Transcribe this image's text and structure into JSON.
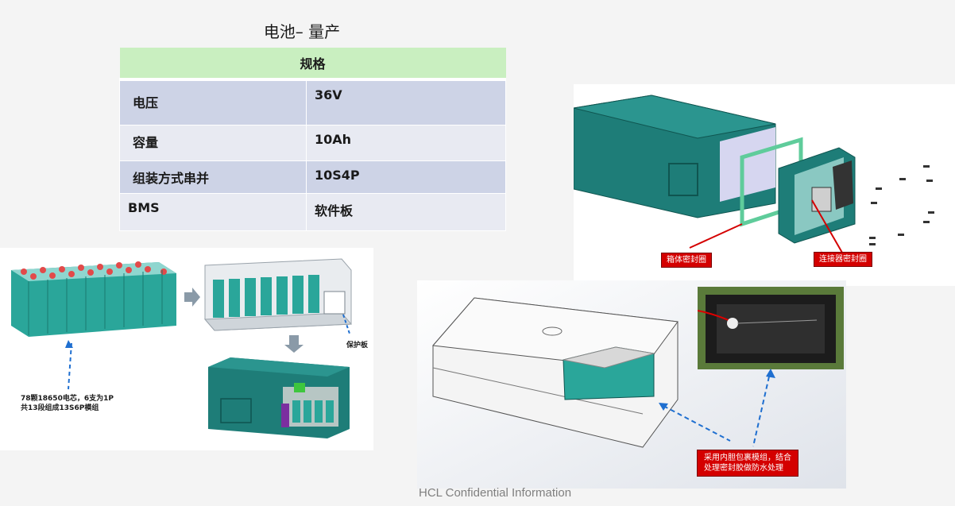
{
  "title": "电池– 量产",
  "spec_table": {
    "header": "规格",
    "rows": [
      {
        "key": "电压",
        "value": "36V"
      },
      {
        "key": "容量",
        "value": "10Ah"
      },
      {
        "key": "组装方式串并",
        "value": "10S4P"
      },
      {
        "key": "BMS",
        "value": "软件板"
      }
    ]
  },
  "left_figure": {
    "protection_board_label": "保护板",
    "cells_note_line1": "78颗18650电芯，6支为1P",
    "cells_note_line2": "共13段组成13S6P模组"
  },
  "exploded_view": {
    "housing_seal_label": "箱体密封圈",
    "connector_seal_label": "连接器密封圈"
  },
  "case_figure": {
    "note_line1": "采用内胆包裹模组，结合",
    "note_line2": "处理密封胶做防水处理"
  },
  "footer": "HCL  Confidential Information",
  "colors": {
    "teal": "#1e7d78",
    "teal_dark": "#0f5550",
    "callout_red": "#d40000",
    "arrow_blue": "#1f6fd0",
    "header_green": "#c9efc0"
  }
}
